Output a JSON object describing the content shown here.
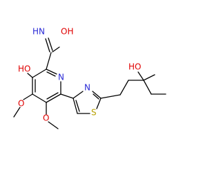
{
  "structure": {
    "atom_labels": {
      "amide_nh": "HN",
      "amide_oh": "OH",
      "ring_hydroxyl": "HO",
      "pyridine_n": "N",
      "methoxy_o_upper": "O",
      "methoxy_o_lower": "O",
      "thiazole_n": "N",
      "thiazole_s": "S",
      "side_chain_oh": "HO"
    },
    "colors": {
      "bond": "#000000",
      "nitrogen": "#2a2ad6",
      "oxygen": "#e00000",
      "sulfur": "#b8a000"
    }
  }
}
